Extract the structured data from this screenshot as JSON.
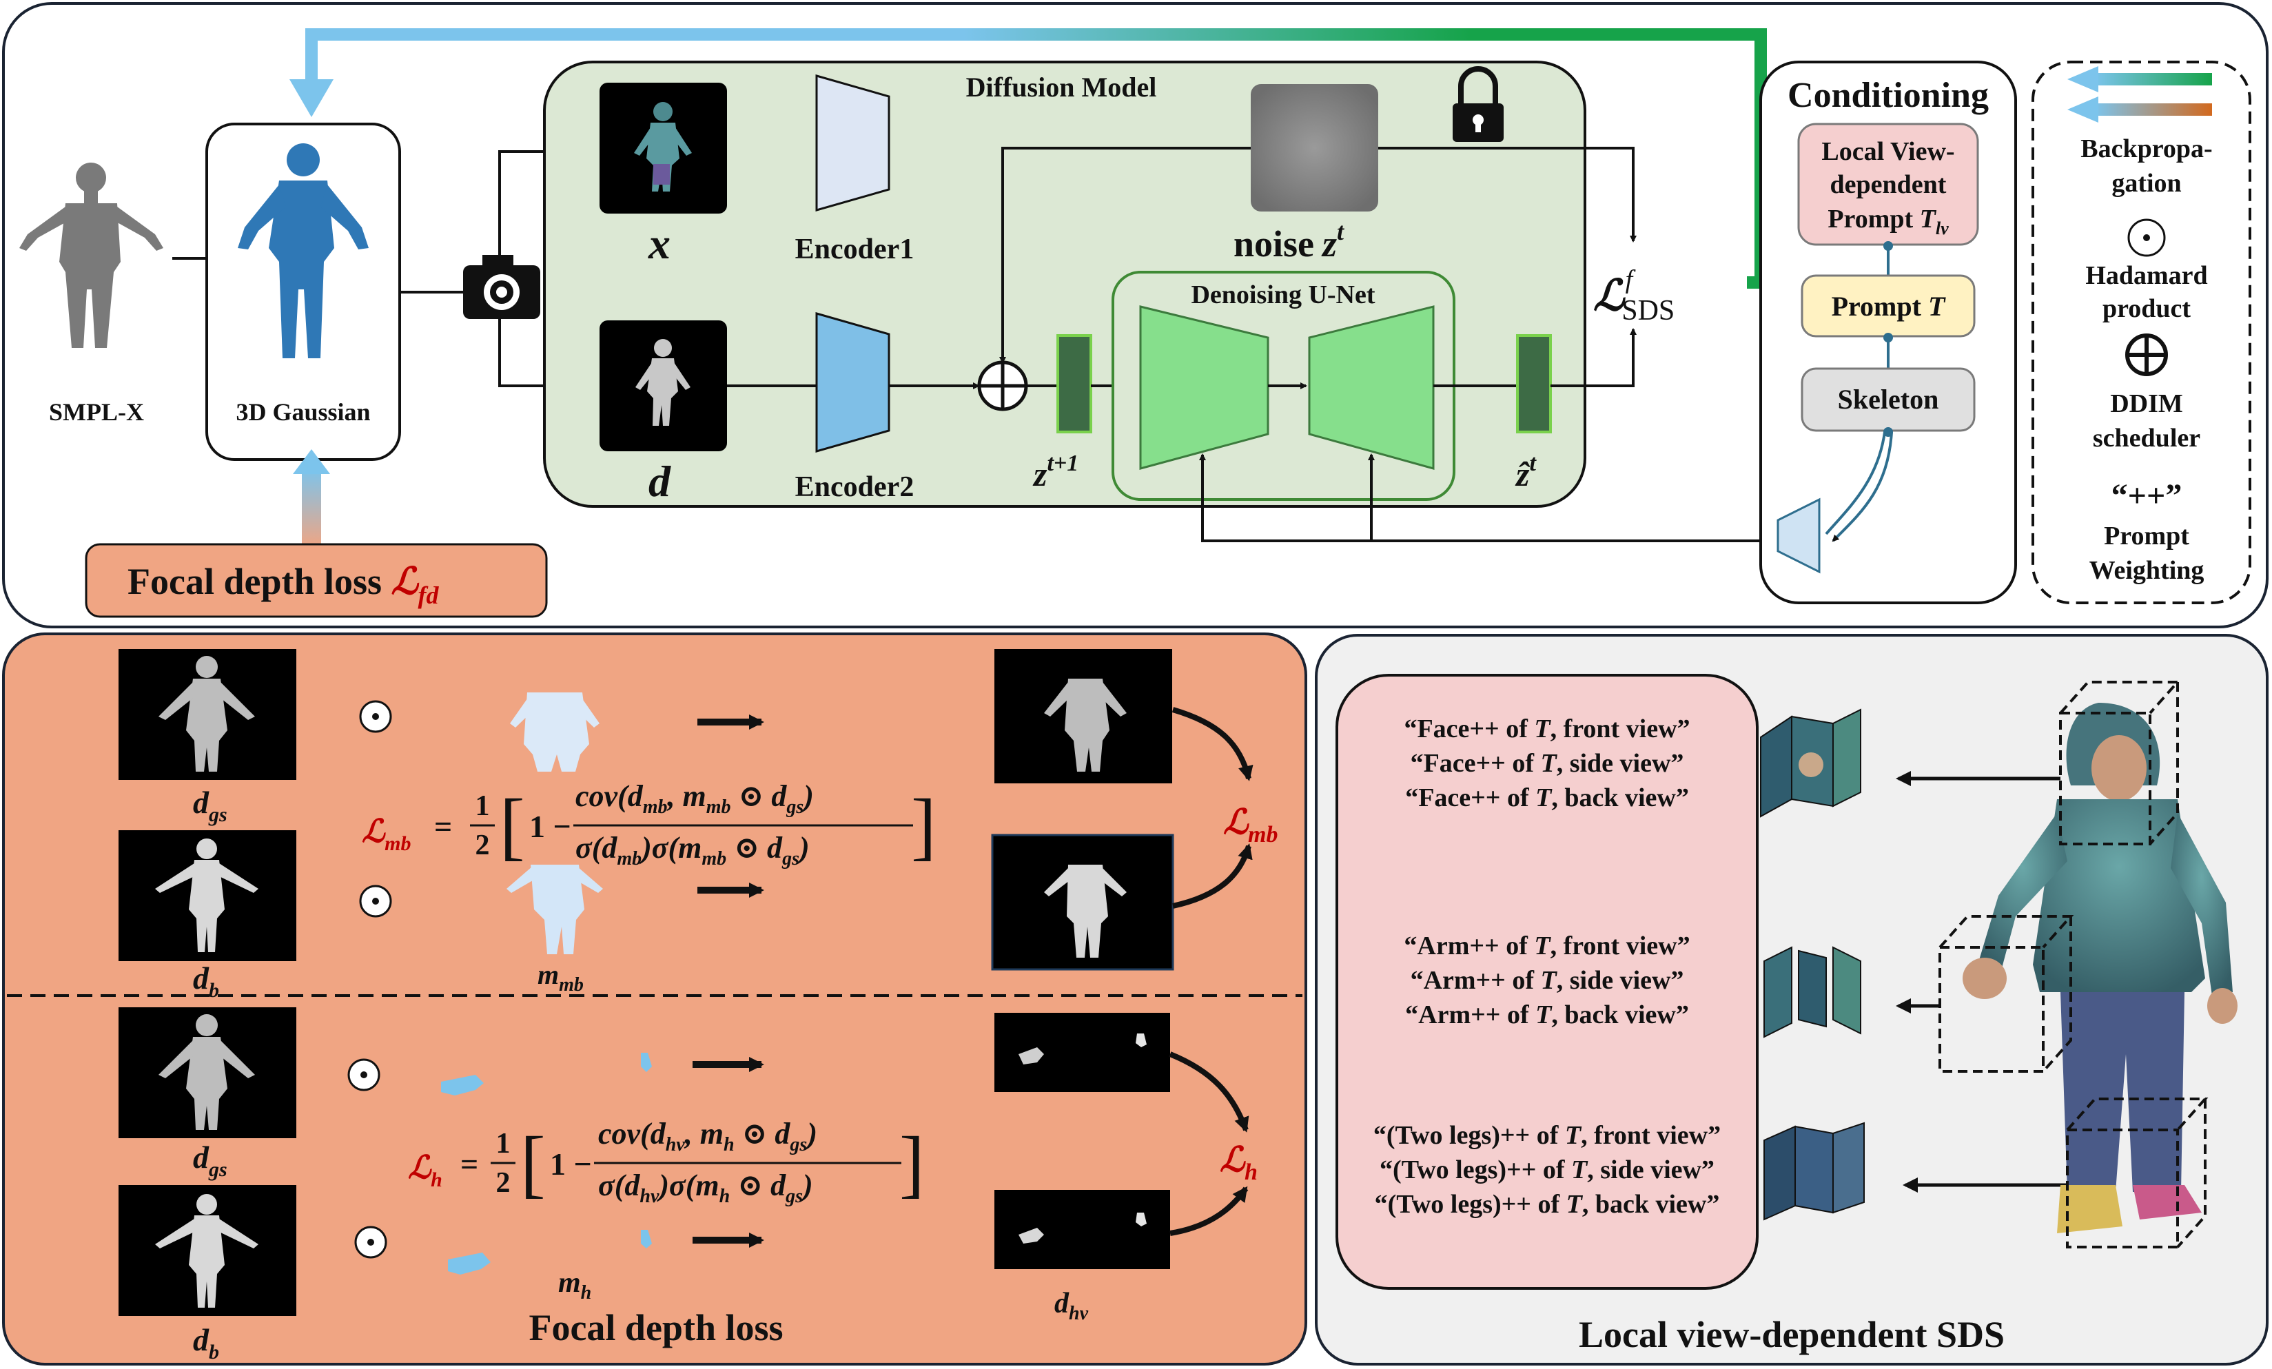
{
  "top": {
    "smplx_label": "SMPL-X",
    "gaussian_label": "3D Gaussian",
    "diffusion_label": "Diffusion Model",
    "x_label": "x",
    "d_label": "d",
    "encoder1_label": "Encoder1",
    "encoder2_label": "Encoder2",
    "noise_label": "noise",
    "noise_var": "z",
    "noise_sup": "t",
    "unet_label": "Denoising U-Net",
    "zt1_var": "z",
    "zt1_sup": "t+1",
    "zhat_var": "ẑ",
    "zhat_sup": "t",
    "sds_L": "ℒ",
    "sds_sup": "f",
    "sds_sub": "SDS",
    "focal_box_text": "Focal depth loss ",
    "focal_box_L": "ℒ",
    "focal_box_sub": "fd"
  },
  "conditioning": {
    "title": "Conditioning",
    "local_prompt_line1": "Local View-",
    "local_prompt_line2": "dependent",
    "local_prompt_line3": "Prompt ",
    "local_prompt_T": "T",
    "local_prompt_sub": "lv",
    "prompt_text": "Prompt ",
    "prompt_T": "T",
    "skeleton": "Skeleton"
  },
  "legend": {
    "backprop_line1": "Backpropa-",
    "backprop_line2": "gation",
    "hadamard_symbol": "⊙",
    "hadamard_line1": "Hadamard",
    "hadamard_line2": "product",
    "ddim_symbol": "⊕",
    "ddim_line1": "DDIM",
    "ddim_line2": "scheduler",
    "pw_symbol": "“++”",
    "pw_line1": "Prompt",
    "pw_line2": "Weighting",
    "colors": {
      "green": "#16a34a",
      "blue": "#7cc4ec",
      "orange": "#d2691e"
    }
  },
  "focal": {
    "dgs_var": "d",
    "dgs_sub": "gs",
    "db_var": "d",
    "db_sub": "b",
    "mmb_var": "m",
    "mmb_sub": "mb",
    "dgs2_var": "d",
    "dgs2_sub": "gs",
    "db2_var": "d",
    "db2_sub": "b",
    "mh_var": "m",
    "mh_sub": "h",
    "dhv_var": "d",
    "dhv_sub": "hv",
    "hadamard": "⊙",
    "Lmb_L": "ℒ",
    "Lmb_sub": "mb",
    "Lh_L": "ℒ",
    "Lh_sub": "h",
    "eq_mb_lhs_sub": "mb",
    "eq_mb_num": "cov(d",
    "eq_mb_num_sub1": "mb",
    "eq_mb_num_mid": ", m",
    "eq_mb_num_sub2": "mb",
    "eq_mb_num_end": " ⊙ d",
    "eq_mb_num_sub3": "gs",
    "eq_mb_num_close": ")",
    "eq_mb_den": "σ(d",
    "eq_mb_den_sub1": "mb",
    "eq_mb_den_mid": ")σ(m",
    "eq_mb_den_sub2": "mb",
    "eq_mb_den_end": " ⊙ d",
    "eq_mb_den_sub3": "gs",
    "eq_mb_den_close": ")",
    "eq_h_lhs_sub": "h",
    "eq_h_num": "cov(d",
    "eq_h_num_sub1": "hv",
    "eq_h_num_mid": ", m",
    "eq_h_num_sub2": "h",
    "eq_h_num_end": " ⊙ d",
    "eq_h_num_sub3": "gs",
    "eq_h_num_close": ")",
    "eq_h_den": "σ(d",
    "eq_h_den_sub1": "hv",
    "eq_h_den_mid": ")σ(m",
    "eq_h_den_sub2": "h",
    "eq_h_den_end": " ⊙ d",
    "eq_h_den_sub3": "gs",
    "eq_h_den_close": ")",
    "eq_half_num": "1",
    "eq_half_den": "2",
    "eq_one_minus": "1 −",
    "title": "Focal depth loss"
  },
  "local_sds": {
    "title": "Local view-dependent SDS",
    "prompts": [
      {
        "pre": "“Face++ of ",
        "T": "T",
        "post": ", front view”"
      },
      {
        "pre": "“Face++ of ",
        "T": "T",
        "post": ", side view”"
      },
      {
        "pre": "“Face++ of ",
        "T": "T",
        "post": ", back view”"
      },
      {
        "pre": "“Arm++ of ",
        "T": "T",
        "post": ", front view”"
      },
      {
        "pre": "“Arm++ of ",
        "T": "T",
        "post": ", side view”"
      },
      {
        "pre": "“Arm++ of ",
        "T": "T",
        "post": ", back view”"
      },
      {
        "pre": "“(Two legs)++ of ",
        "T": "T",
        "post": ", front view”"
      },
      {
        "pre": "“(Two legs)++ of ",
        "T": "T",
        "post": ", side view”"
      },
      {
        "pre": "“(Two legs)++ of ",
        "T": "T",
        "post": ", back view”"
      }
    ]
  }
}
